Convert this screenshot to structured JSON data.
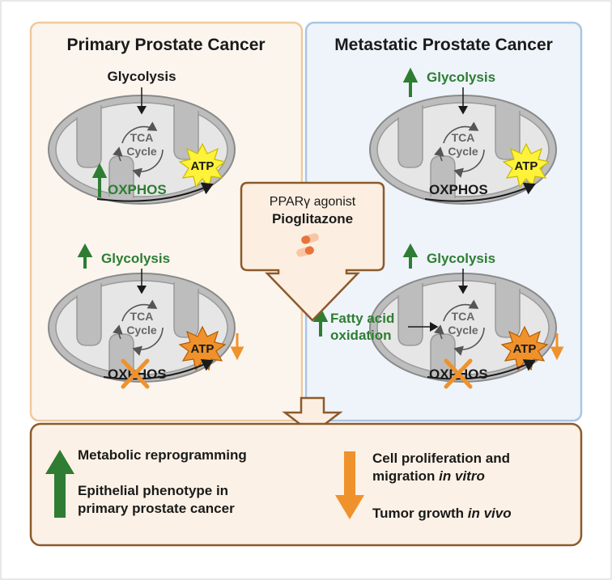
{
  "panels": {
    "primary_title": "Primary Prostate Cancer",
    "metastatic_title": "Metastatic Prostate Cancer"
  },
  "mitochondria": {
    "top_left": {
      "glycolysis": "Glycolysis",
      "tca_line1": "TCA",
      "tca_line2": "Cycle",
      "atp": "ATP",
      "oxphos": "OXPHOS"
    },
    "bottom_left": {
      "glycolysis": "Glycolysis",
      "tca_line1": "TCA",
      "tca_line2": "Cycle",
      "atp": "ATP",
      "oxphos": "OXPHOS"
    },
    "top_right": {
      "glycolysis": "Glycolysis",
      "tca_line1": "TCA",
      "tca_line2": "Cycle",
      "atp": "ATP",
      "oxphos": "OXPHOS"
    },
    "bottom_right": {
      "glycolysis": "Glycolysis",
      "tca_line1": "TCA",
      "tca_line2": "Cycle",
      "atp": "ATP",
      "oxphos": "OXPHOS",
      "fatty_line1": "Fatty acid",
      "fatty_line2": "oxidation"
    }
  },
  "agonist": {
    "line1": "PPARγ agonist",
    "line2": "Pioglitazone"
  },
  "outcomes": {
    "up_line1": "Metabolic reprogramming",
    "up_line2": "Epithelial phenotype in",
    "up_line3": "primary prostate cancer",
    "down_line1": "Cell proliferation and",
    "down_line2_plain": "migration ",
    "down_line2_italic": "in vitro",
    "down_line3_plain": "Tumor growth ",
    "down_line3_italic": "in vivo"
  },
  "colors": {
    "primary_bg": "#fbf5ee",
    "primary_border": "#f0c99c",
    "metastatic_bg": "#eef4fa",
    "metastatic_border": "#a8c6e4",
    "bottom_bg": "#fcf1e6",
    "bottom_border": "#8c5a2b",
    "up_green": "#2e7d32",
    "down_orange": "#f0922b",
    "atp_yellow": "#fff23a",
    "atp_orange": "#f0922b"
  }
}
